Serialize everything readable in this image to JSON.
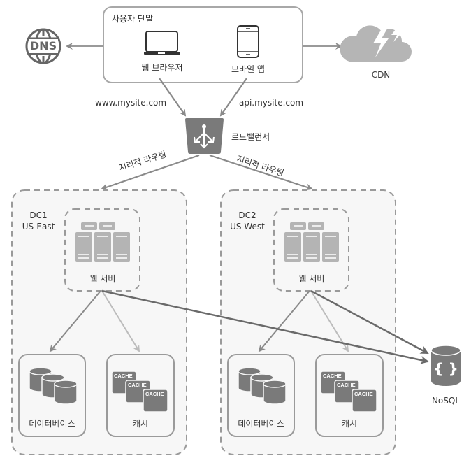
{
  "user_devices": {
    "title": "사용자 단말",
    "web_browser": "웹 브라우저",
    "mobile_app": "모바일 앱"
  },
  "dns": {
    "label": "DNS"
  },
  "cdn": {
    "label": "CDN"
  },
  "domains": {
    "web": "www.mysite.com",
    "api": "api.mysite.com"
  },
  "load_balancer": {
    "label": "로드밸런서"
  },
  "routing": {
    "left": "지리적 라우팅",
    "right": "지리적 라우팅"
  },
  "datacenters": [
    {
      "name": "DC1",
      "region": "US-East",
      "web_server": "웹 서버",
      "database": "데이터베이스",
      "cache": "캐시",
      "cache_labels": [
        "CACHE",
        "CACHE",
        "CACHE"
      ]
    },
    {
      "name": "DC2",
      "region": "US-West",
      "web_server": "웹 서버",
      "database": "데이터베이스",
      "cache": "캐시",
      "cache_labels": [
        "CACHE",
        "CACHE",
        "CACHE"
      ]
    }
  ],
  "nosql": {
    "label": "NoSQL"
  },
  "colors": {
    "icon_gray": "#7a7a7a",
    "light_gray": "#b4b4b4",
    "border": "#9a9a9a",
    "dc_fill": "#f7f7f7",
    "arrow_dark": "#6a6a6a",
    "arrow_light": "#b8b8b8"
  }
}
